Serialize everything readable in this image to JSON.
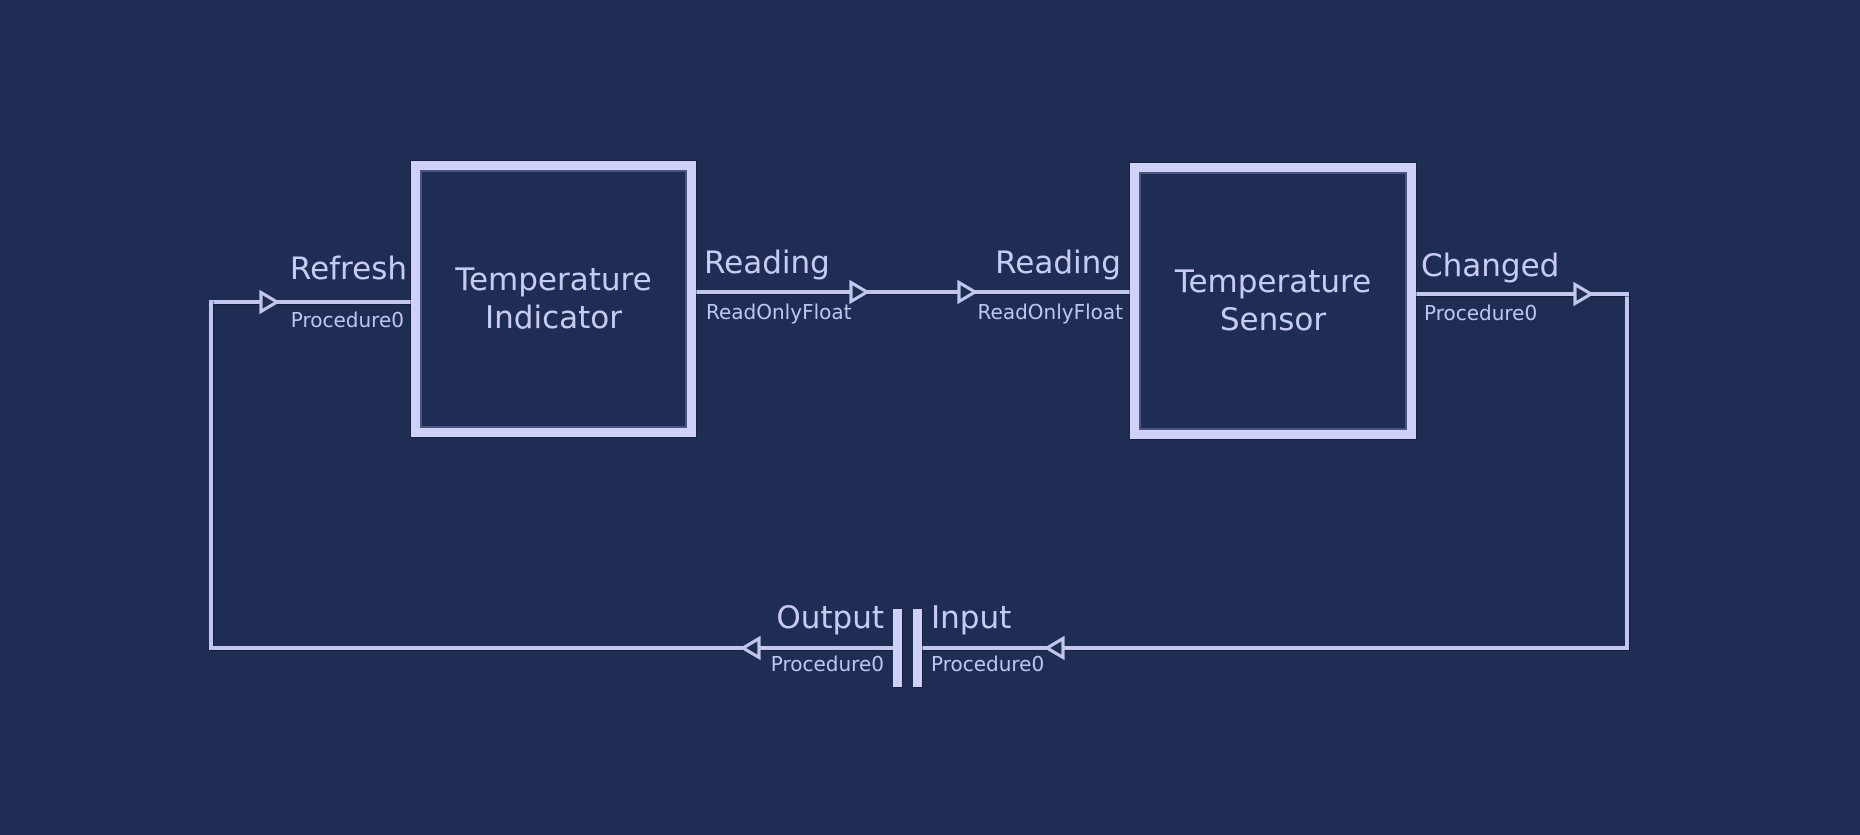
{
  "diagram": {
    "type": "dataflow-node-graph",
    "colors": {
      "background": "#1f2d54",
      "accent": "#cfd1f9",
      "wire": "#c3c7ef",
      "text": "#c7cbf3"
    },
    "nodes": {
      "indicator": {
        "title": "Temperature\nIndicator"
      },
      "sensor": {
        "title": "Temperature\nSensor"
      }
    },
    "ports": {
      "refresh": {
        "label": "Refresh",
        "type": "Procedure0"
      },
      "reading_out": {
        "label": "Reading",
        "type": "ReadOnlyFloat"
      },
      "reading_in": {
        "label": "Reading",
        "type": "ReadOnlyFloat"
      },
      "changed": {
        "label": "Changed",
        "type": "Procedure0"
      },
      "output": {
        "label": "Output",
        "type": "Procedure0"
      },
      "input": {
        "label": "Input",
        "type": "Procedure0"
      }
    }
  }
}
